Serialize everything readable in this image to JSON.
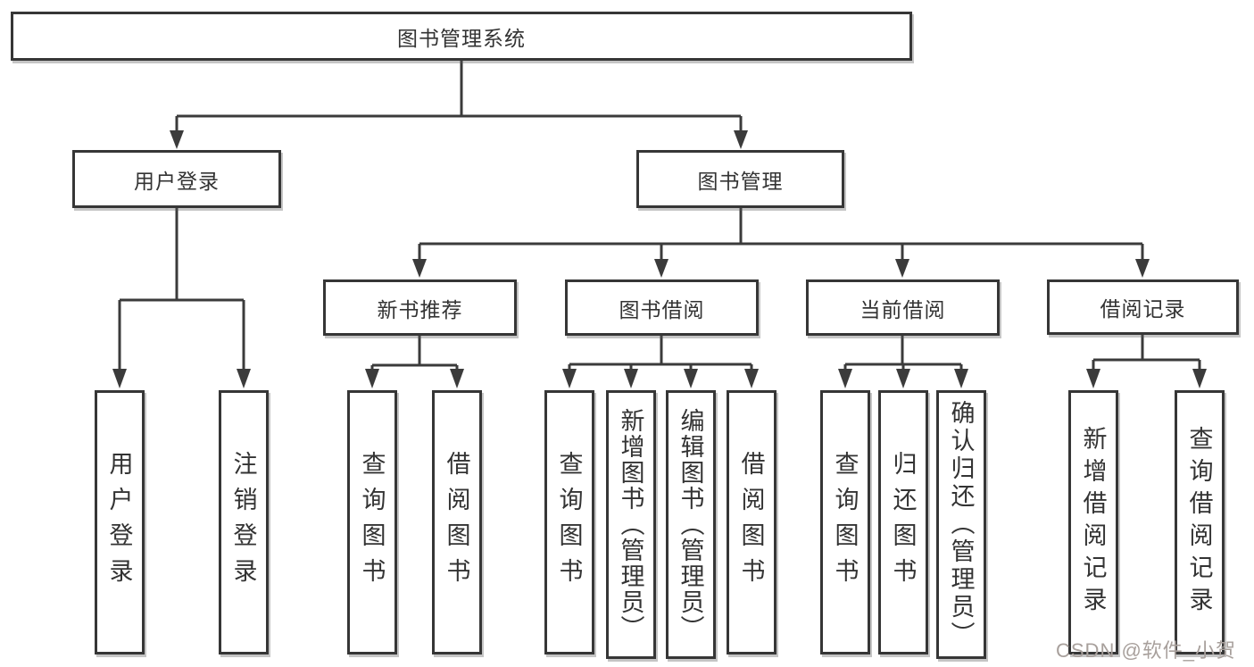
{
  "nodes": {
    "root": "图书管理系统",
    "user_login": "用户登录",
    "book_mgmt": "图书管理",
    "new_book_rec": "新书推荐",
    "book_borrow": "图书借阅",
    "current_borrow": "当前借阅",
    "borrow_records": "借阅记录",
    "leaf_user_login": "用户登录",
    "leaf_logout": "注销登录",
    "nbr_query": "查询图书",
    "nbr_borrow": "借阅图书",
    "bb_query": "查询图书",
    "bb_add": "新增图书（管理员）",
    "bb_edit": "编辑图书（管理员）",
    "bb_borrow": "借阅图书",
    "cb_query": "查询图书",
    "cb_return": "归还图书",
    "cb_confirm": "确认归还（管理员）",
    "br_add": "新增借阅记录",
    "br_query": "查询借阅记录"
  },
  "watermark": {
    "text": "CSDN @软件_小贺同学",
    "color": "#a8a09c"
  },
  "colors": {
    "line": "#3b3b3b",
    "box_border": "#363636",
    "text": "#333333",
    "background": "#ffffff"
  }
}
